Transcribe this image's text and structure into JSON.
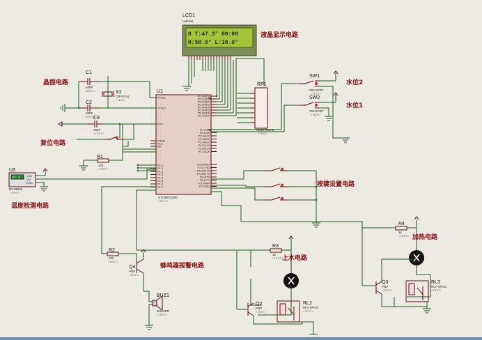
{
  "block_labels": {
    "lcd": "液晶显示电路",
    "crystal": "晶振电路",
    "reset": "复位电路",
    "temperature": "温度检测电路",
    "water_high": "水位2",
    "water_low": "水位1",
    "keys": "按键设置电路",
    "buzzer": "蜂鸣器报警电路",
    "fill_water": "上水电路",
    "heating": "加热电路"
  },
  "lcd": {
    "ref": "LCD1",
    "model": "LM016L",
    "line1": "0 T:47.3° 00:00",
    "line2": "H:50.0° L:10.0°"
  },
  "mcu": {
    "ref": "U1",
    "model": "STC89C52RC",
    "text": "<TEXT>",
    "left_pins": [
      "XTAL1",
      "XTAL2",
      "RST",
      "PSEN",
      "ALE",
      "EA"
    ],
    "p1_pins": [
      "P1.0",
      "P1.1",
      "P1.2",
      "P1.3",
      "P1.4",
      "P1.5",
      "P1.6",
      "P1.7"
    ],
    "p0_pins": [
      "P0.0/AD0",
      "P0.1/AD1",
      "P0.2/AD2",
      "P0.3/AD3",
      "P0.4/AD4",
      "P0.5/AD5",
      "P0.6/AD6",
      "P0.7/AD7"
    ],
    "p2_pins": [
      "P2.0/A8",
      "P2.1/A9",
      "P2.2/A10",
      "P2.3/A11",
      "P2.4/A12",
      "P2.5/A13",
      "P2.6/A14",
      "P2.7/A15"
    ],
    "p3_pins": [
      "P3.0/RXD",
      "P3.1/TXD",
      "P3.2/INT0",
      "P3.3/INT1",
      "P3.4/T0",
      "P3.5/T1",
      "P3.6/WR",
      "P3.7/RD"
    ]
  },
  "parts": {
    "c1": {
      "ref": "C1",
      "value": "20PF",
      "text": "<TEXT>"
    },
    "c2": {
      "ref": "C2",
      "value": "20PF",
      "text": "<TEXT>"
    },
    "c3": {
      "ref": "C3",
      "value": "10uF",
      "text": "<TEXT>"
    },
    "x1": {
      "ref": "X1",
      "value": "CRYSTAL",
      "text": "<TEXT>"
    },
    "r1": {
      "ref": "R1",
      "value": "10k",
      "text": "<TEXT>"
    },
    "r2": {
      "ref": "R2",
      "value": "10k",
      "text": "<TEXT>"
    },
    "r3": {
      "ref": "R3",
      "value": "1k",
      "text": "<TEXT>"
    },
    "r4": {
      "ref": "R4",
      "value": "1k",
      "text": "<TEXT>"
    },
    "rp1": {
      "ref": "RP1",
      "value": "RESPACK-8",
      "text": "<TEXT>"
    },
    "sw1": {
      "ref": "SW1",
      "value": "SW-SPDT",
      "text": "<TEXT>"
    },
    "sw2": {
      "ref": "SW2",
      "value": "SW-SPDT",
      "text": "<TEXT>"
    },
    "u3": {
      "ref": "U3",
      "value": "DS18B20",
      "text": "<TEXT>",
      "display": "47.3",
      "pins": [
        "VCC",
        "DQ",
        "GND"
      ]
    },
    "q2": {
      "ref": "Q2",
      "value": "PNP",
      "text": "<TEXT>"
    },
    "q3": {
      "ref": "Q3",
      "value": "PNP",
      "text": "<TEXT>"
    },
    "q4": {
      "ref": "Q4",
      "value": "PNP",
      "text": "<TEXT>"
    },
    "buz1": {
      "ref": "BUZ1",
      "value": "BUZZER",
      "text": "<TEXT>"
    },
    "rl2": {
      "ref": "RL2",
      "value": "RLY-SPCO",
      "text": "<TEXT>"
    },
    "rl3": {
      "ref": "RL3",
      "value": "RLY-SPCO",
      "text": "<TEXT>"
    }
  },
  "colors": {
    "background": "#eceae2",
    "wire": "#1e5b1e",
    "part": "#5a0d0d",
    "block_label": "#8b1010",
    "lcd_screen": "#a4c43a",
    "chip_fill": "#e6cfc4"
  }
}
